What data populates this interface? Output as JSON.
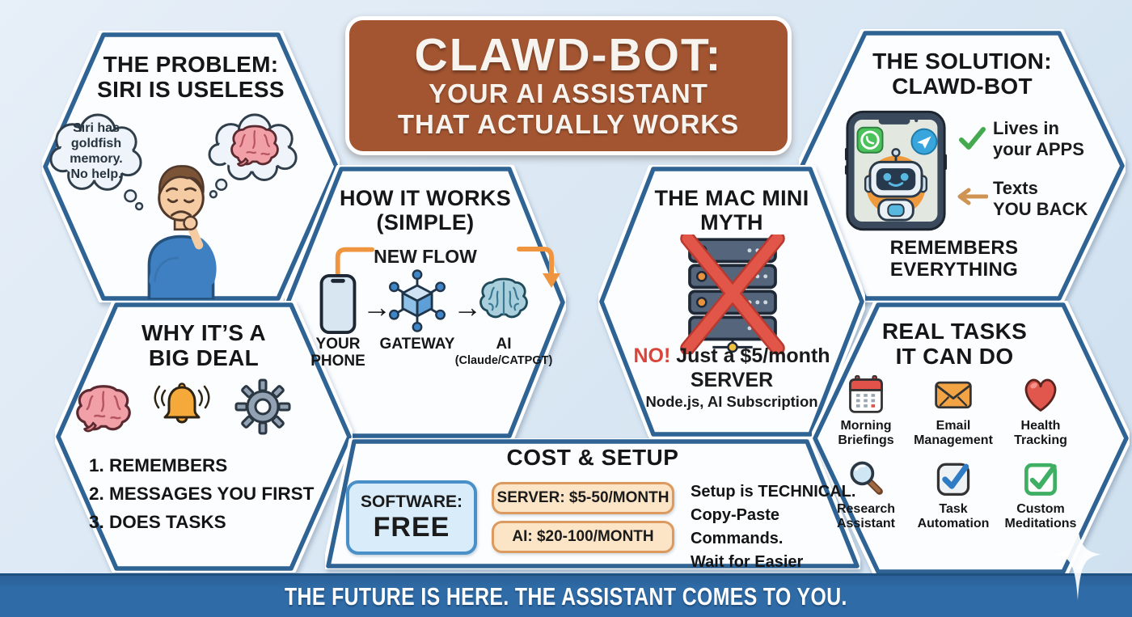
{
  "colors": {
    "background": "#dde9f4",
    "hex_fill": "#fbfdff",
    "hex_border": "#2e6394",
    "banner_brown": "#a35531",
    "footer_blue": "#2f6ba6",
    "accent_orange": "#ef9440",
    "accent_red": "#d9453a",
    "accent_green": "#44a94f",
    "accent_blue": "#3f80c2"
  },
  "banner": {
    "title": "CLAWD-BOT:",
    "subtitle_line1": "YOUR AI ASSISTANT",
    "subtitle_line2": "THAT ACTUALLY WORKS"
  },
  "problem": {
    "title_line1": "THE PROBLEM:",
    "title_line2": "SIRI IS USELESS",
    "thought_line1": "Siri has",
    "thought_line2": "goldfish",
    "thought_line3": "memory.",
    "thought_line4": "No help."
  },
  "solution": {
    "title_line1": "THE SOLUTION:",
    "title_line2": "CLAWD-BOT",
    "benefit1_line1": "Lives in",
    "benefit1_line2": "your APPS",
    "benefit2_line1": "Texts",
    "benefit2_line2": "YOU BACK",
    "tagline_line1": "REMEMBERS",
    "tagline_line2": "EVERYTHING"
  },
  "how": {
    "title_line1": "HOW IT WORKS",
    "title_line2": "(SIMPLE)",
    "flow_label": "NEW FLOW",
    "arrow": "→",
    "step1_line1": "YOUR",
    "step1_line2": "PHONE",
    "step2": "GATEWAY",
    "step3": "AI",
    "step3_sub": "(Claude/CATPGT)"
  },
  "myth": {
    "title_line1": "THE MAC MINI",
    "title_line2": "MYTH",
    "no_label": "NO!",
    "line1_rest": " Just a $5/month",
    "line2": "SERVER",
    "line3": "Node.js, AI Subscription"
  },
  "why": {
    "title_line1": "WHY IT’S A",
    "title_line2": "BIG DEAL",
    "items": [
      "1. REMEMBERS",
      "2. MESSAGES YOU FIRST",
      "3. DOES TASKS"
    ]
  },
  "tasks": {
    "title_line1": "REAL TASKS",
    "title_line2": "IT CAN DO",
    "items": [
      {
        "icon": "calendar-icon",
        "line1": "Morning",
        "line2": "Briefings"
      },
      {
        "icon": "envelope-icon",
        "line1": "Email",
        "line2": "Management"
      },
      {
        "icon": "heart-icon",
        "line1": "Health",
        "line2": "Tracking"
      },
      {
        "icon": "magnifier-icon",
        "line1": "Research",
        "line2": "Assistant"
      },
      {
        "icon": "task-check-icon",
        "line1": "Task",
        "line2": "Automation"
      },
      {
        "icon": "green-checkbox-icon",
        "line1": "Custom",
        "line2": "Meditations"
      }
    ]
  },
  "cost": {
    "title": "COST & SETUP",
    "software_label": "SOFTWARE:",
    "software_value": "FREE",
    "server_box": "SERVER: $5-50/MONTH",
    "ai_box": "AI: $20-100/MONTH",
    "note_line1": "Setup is TECHNICAL.",
    "note_line2": "Copy-Paste Commands.",
    "note_line3": "Wait for Easier Version."
  },
  "footer": {
    "text": "THE FUTURE IS HERE. THE ASSISTANT COMES TO YOU."
  }
}
